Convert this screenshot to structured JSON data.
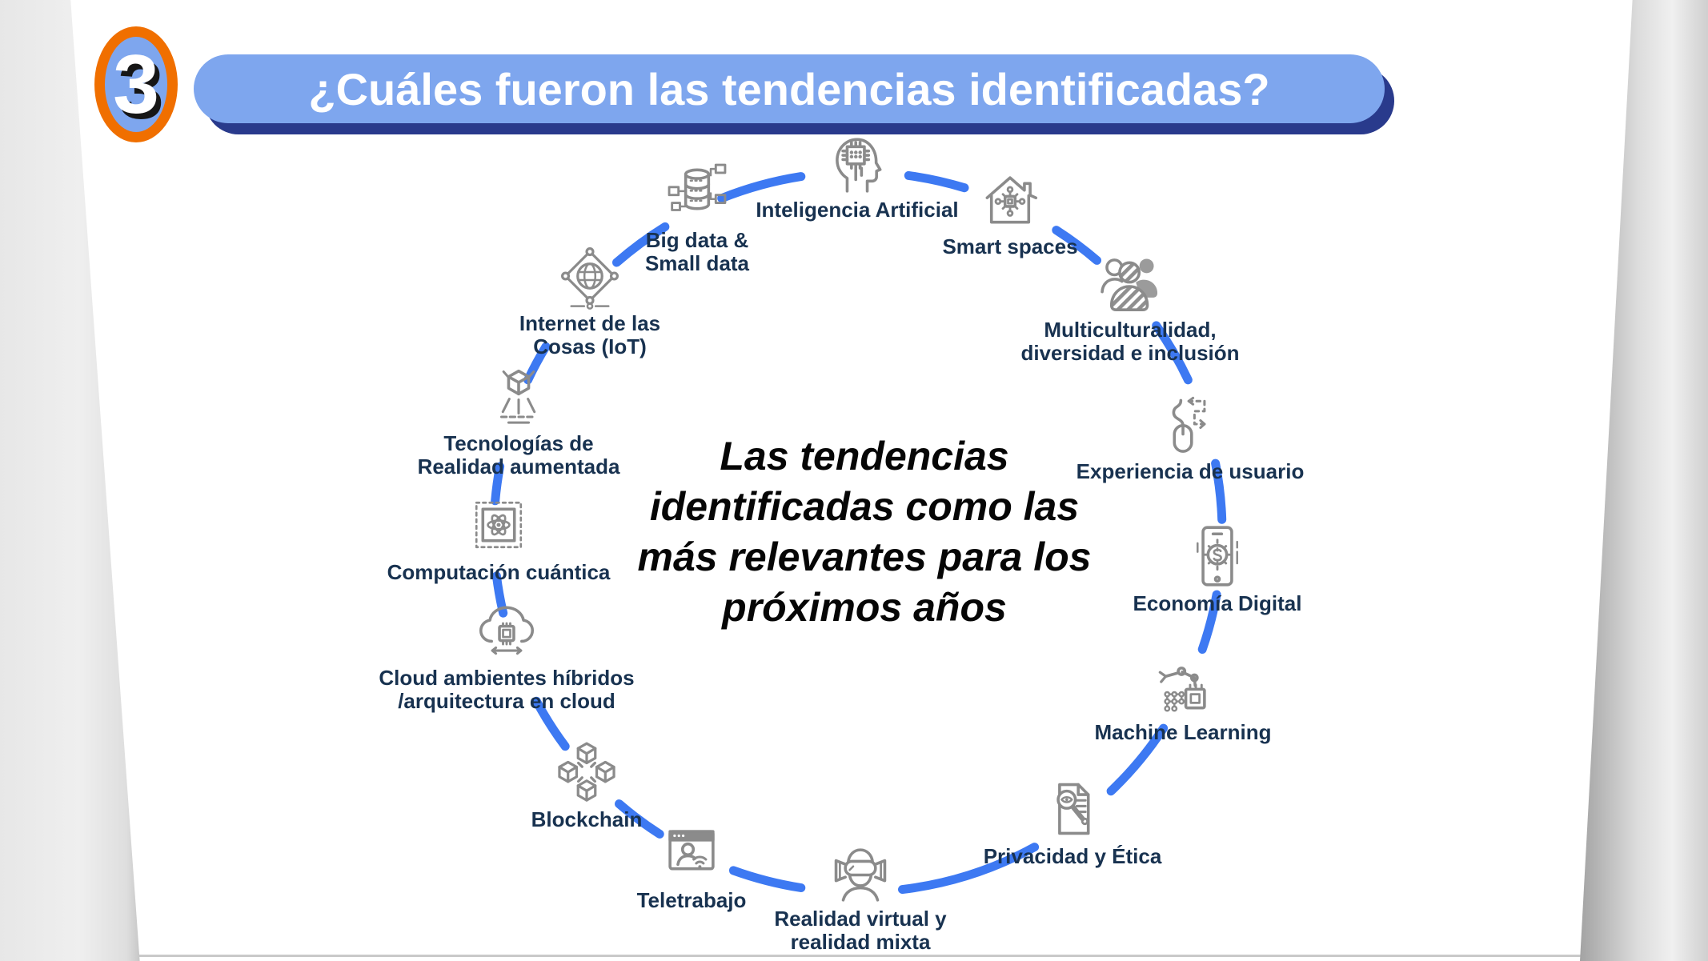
{
  "header": {
    "number": "3",
    "title": "¿Cuáles fueron las tendencias identificadas?"
  },
  "center_text": "Las tendencias\nidentificadas como las\nmás relevantes para los\npróximos años",
  "colors": {
    "accent_blue": "#7ea6ee",
    "shadow_navy": "#293a8c",
    "ring_orange": "#f06f00",
    "arc_blue": "#3d79f2",
    "label_navy": "#183250",
    "icon_gray": "#8b8b8b"
  },
  "trends": [
    {
      "id": "inteligencia-artificial",
      "label": "Inteligencia Artificial",
      "icon": "ai-head-chip-icon"
    },
    {
      "id": "smart-spaces",
      "label": "Smart spaces",
      "icon": "smart-home-icon"
    },
    {
      "id": "multiculturalidad",
      "label": "Multiculturalidad,\ndiversidad e inclusión",
      "icon": "people-group-icon"
    },
    {
      "id": "experiencia-de-usuario",
      "label": "Experiencia de usuario",
      "icon": "mouse-path-icon"
    },
    {
      "id": "economia-digital",
      "label": "Economía Digital",
      "icon": "phone-dollar-icon"
    },
    {
      "id": "machine-learning",
      "label": "Machine Learning",
      "icon": "robot-arm-chip-icon"
    },
    {
      "id": "privacidad-y-etica",
      "label": "Privacidad y Ética",
      "icon": "document-eye-pen-icon"
    },
    {
      "id": "realidad-virtual-mixta",
      "label": "Realidad virtual y\nrealidad mixta",
      "icon": "vr-headset-icon"
    },
    {
      "id": "teletrabajo",
      "label": "Teletrabajo",
      "icon": "browser-person-wifi-icon"
    },
    {
      "id": "blockchain",
      "label": "Blockchain",
      "icon": "linked-cubes-icon"
    },
    {
      "id": "cloud-hibrido",
      "label": "Cloud ambientes híbridos\n/arquitectura en cloud",
      "icon": "cloud-chip-icon"
    },
    {
      "id": "computacion-cuantica",
      "label": "Computación cuántica",
      "icon": "atom-chip-icon"
    },
    {
      "id": "realidad-aumentada",
      "label": "Tecnologías de\nRealidad aumentada",
      "icon": "ar-cube-projection-icon"
    },
    {
      "id": "internet-de-las-cosas",
      "label": "Internet de las\nCosas (IoT)",
      "icon": "globe-network-icon"
    },
    {
      "id": "big-small-data",
      "label": "Big data &\nSmall data",
      "icon": "database-nodes-icon"
    }
  ]
}
